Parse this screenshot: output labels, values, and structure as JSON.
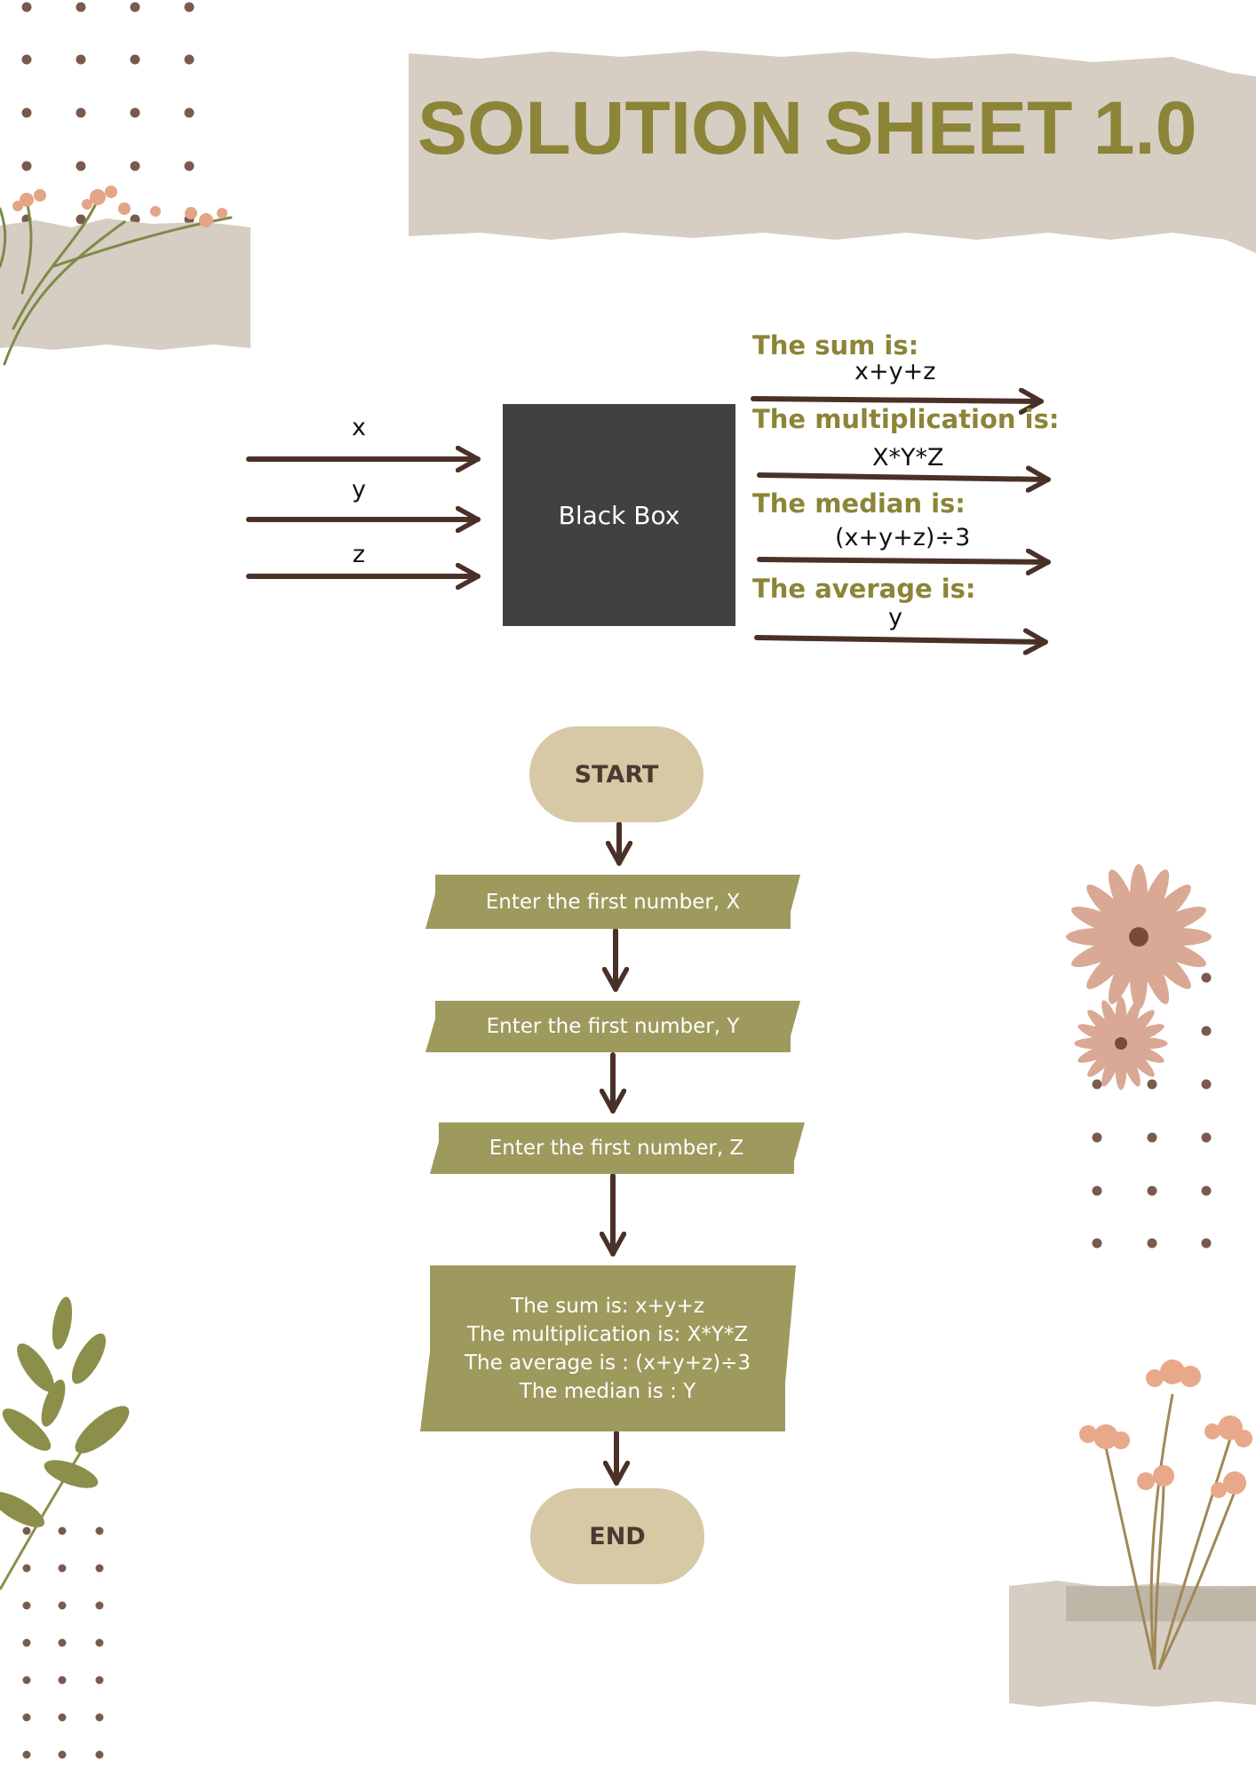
{
  "title": "SOLUTION SHEET  1.0",
  "black_box": {
    "label": "Black Box",
    "inputs": [
      "x",
      "y",
      "z"
    ],
    "outputs": [
      {
        "label": "The sum is:",
        "formula": "x+y+z"
      },
      {
        "label": "The multiplication is:",
        "formula": "X*Y*Z"
      },
      {
        "label": "The median is:",
        "formula": "(x+y+z)÷3"
      },
      {
        "label": "The average is:",
        "formula": "y"
      }
    ]
  },
  "flowchart": {
    "start": "START",
    "step1": "Enter the first number, X",
    "step2": "Enter the first number, Y",
    "step3": "Enter the first number, Z",
    "output_lines": [
      "The sum is: x+y+z",
      "The multiplication is: X*Y*Z",
      "The average is : (x+y+z)÷3",
      "The median is : Y"
    ],
    "end": "END"
  },
  "colors": {
    "title_olive": "#8c8437",
    "paper": "#d6cec2",
    "arrow_brown": "#4a3128",
    "box_dark": "#414141",
    "terminal_beige": "#d7c8a6",
    "parallelogram_olive": "#9e9a5e",
    "dot_brown": "#7a5a4c"
  }
}
